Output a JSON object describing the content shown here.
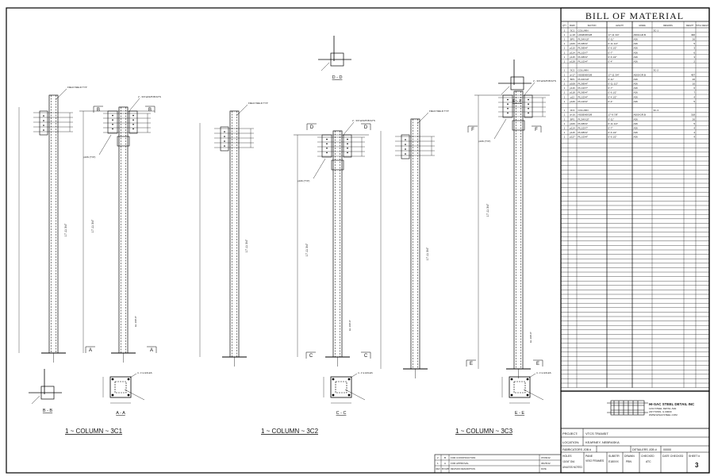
{
  "bom": {
    "title": "BILL OF MATERIAL",
    "headers": [
      "QTY",
      "MARK",
      "SECTION",
      "LENGTH",
      "GRADE",
      "REMARKS",
      "WEIGHT",
      "TOTAL WEIGHT"
    ],
    "groups": [
      {
        "rows": [
          [
            "1",
            "3C1",
            "COLUMN",
            "",
            "",
            "3C-1",
            "",
            ""
          ],
          [
            "1",
            "w-18",
            "HSS8X8X3/8",
            "17'-11 3/4\"",
            "A500-GR.B",
            "",
            "496",
            ""
          ],
          [
            "1",
            "BP1",
            "PL3/4X10\"",
            "0'-11\"",
            "A36",
            "",
            "26",
            ""
          ],
          [
            "1",
            "p106",
            "PL3/8X4\"",
            "0'-11 1/2\"",
            "A36",
            "",
            "5",
            ""
          ],
          [
            "1",
            "p110",
            "PL3/8X4\"",
            "0'-6 1/2\"",
            "A36",
            "",
            "3",
            ""
          ],
          [
            "1",
            "p114",
            "PL1/2X7\"",
            "0'-7\"",
            "A36",
            "",
            "6",
            ""
          ],
          [
            "1",
            "p115",
            "PL3/8X4\"",
            "0'-6 1/2\"",
            "A36",
            "",
            "3",
            ""
          ],
          [
            "1",
            "p128",
            "PL1/2X4\"",
            "0'-4\"",
            "A36",
            "",
            "2",
            ""
          ]
        ]
      },
      {
        "rows": [
          [
            "1",
            "3C2",
            "COLUMN",
            "",
            "",
            "3C-2",
            "",
            ""
          ],
          [
            "1",
            "w-17",
            "HSS8X8X3/8",
            "17'-11 3/4\"",
            "A500-GR.B",
            "",
            "497",
            ""
          ],
          [
            "1",
            "BP1",
            "PL3/4X10\"",
            "0'-11\"",
            "A36",
            "",
            "26",
            ""
          ],
          [
            "2",
            "p108",
            "PL3/8X4\"",
            "0'-11 1/2\"",
            "A36",
            "",
            "10",
            ""
          ],
          [
            "1",
            "p116",
            "PL1/2X7\"",
            "0'-7\"",
            "A36",
            "",
            "6",
            ""
          ],
          [
            "2",
            "p118",
            "PL3/8X4\"",
            "0'-6 1/2\"",
            "A36",
            "",
            "7",
            ""
          ],
          [
            "1",
            "p12",
            "PL1/2X4\"",
            "0'-4 1/2\"",
            "A36",
            "",
            "4",
            ""
          ],
          [
            "1",
            "p126",
            "PL1/2X4\"",
            "0'-4\"",
            "A36",
            "",
            "5",
            ""
          ]
        ]
      },
      {
        "rows": [
          [
            "1",
            "3C3",
            "COLUMN",
            "",
            "",
            "3C-3",
            "",
            ""
          ],
          [
            "1",
            "w-16",
            "HSS8X8X3/8",
            "17'-9 7/8\"",
            "A500-GR.B",
            "",
            "318",
            ""
          ],
          [
            "1",
            "BP1",
            "PL3/4X10\"",
            "0'-11\"",
            "A36",
            "",
            "26",
            ""
          ],
          [
            "1",
            "p106",
            "PL3/8X4\"",
            "0'-11 1/2\"",
            "A36",
            "",
            "5",
            ""
          ],
          [
            "1",
            "p114",
            "PL1/2X7\"",
            "0'-7\"",
            "A36",
            "",
            "4",
            ""
          ],
          [
            "1",
            "p115",
            "PL3/8X4\"",
            "0'-6 1/2\"",
            "A36",
            "",
            "4",
            ""
          ],
          [
            "1",
            "p127",
            "PL1/2X4\"",
            "0'-6 1/2\"",
            "A36",
            "",
            "4",
            ""
          ]
        ]
      }
    ]
  },
  "title_block": {
    "company_name": "HI-SAC STEEL DETAIL INC",
    "company_lines": [
      "1234 STEEL DETAIL AVE",
      "ANYTOWN, IL 00000",
      "WWW.HISACSTEEL.COM"
    ],
    "project_label": "PROJECT:",
    "project_value": "VTCS TRANSIT",
    "location_label": "LOCATION:",
    "location_value": "KEARNEY, NEBRASKA",
    "fabricator_label": "FABRICATORS JOB #",
    "detailers_label": "DETAILERS JOB #",
    "detailers_value": "00000",
    "holes_label": "HOLES",
    "holes_values": [
      "13/16\" DIA",
      "UNLESS NOTED"
    ],
    "pane_label": "PANE",
    "pane_value": "VISO FRAMES",
    "substr_label": "SUBSTR",
    "substr_value": "E18XXX",
    "drawn_label": "DRAWN",
    "drawn_value": "PBN",
    "checked_label": "CHECKED",
    "checked_value": "ATC",
    "date_checked_label": "DATE CHECKED",
    "sheet_label": "SHEET #",
    "sheet_value": "3"
  },
  "revisions": {
    "rows": [
      [
        "2",
        "B",
        "FOR CONSTRUCTION",
        "07/06/12"
      ],
      [
        "1",
        "A",
        "FOR APPROVAL",
        "06/25/12"
      ]
    ],
    "headers": [
      "REV",
      "BY/APP",
      "REVISION DESCRIPTION",
      "DATE"
    ]
  },
  "drawings": [
    {
      "title": "1 ~ COLUMN ~ 3C1",
      "sections": [
        "B - B",
        "A - A"
      ],
      "markers": [
        "B",
        "B",
        "A",
        "A"
      ]
    },
    {
      "title": "1 ~ COLUMN ~ 3C2",
      "sections": [
        "D - D",
        "C - C"
      ],
      "markers": [
        "D",
        "D",
        "C",
        "C"
      ]
    },
    {
      "title": "1 ~ COLUMN ~ 3C3",
      "sections": [
        "F - F",
        "E - E"
      ],
      "markers": [
        "F",
        "F",
        "E",
        "E"
      ]
    }
  ],
  "notes": {
    "weld_note": "FIELD WELD TYP",
    "bolt_note": "2 - 3/4\"øA325 BOLTS",
    "plate_note": "p106 (TYP)",
    "elevation": "EL 100'-0\"",
    "length_dim": "17'-11 3/4\"",
    "bp_note": "4 - 1\"ø HOLES"
  }
}
